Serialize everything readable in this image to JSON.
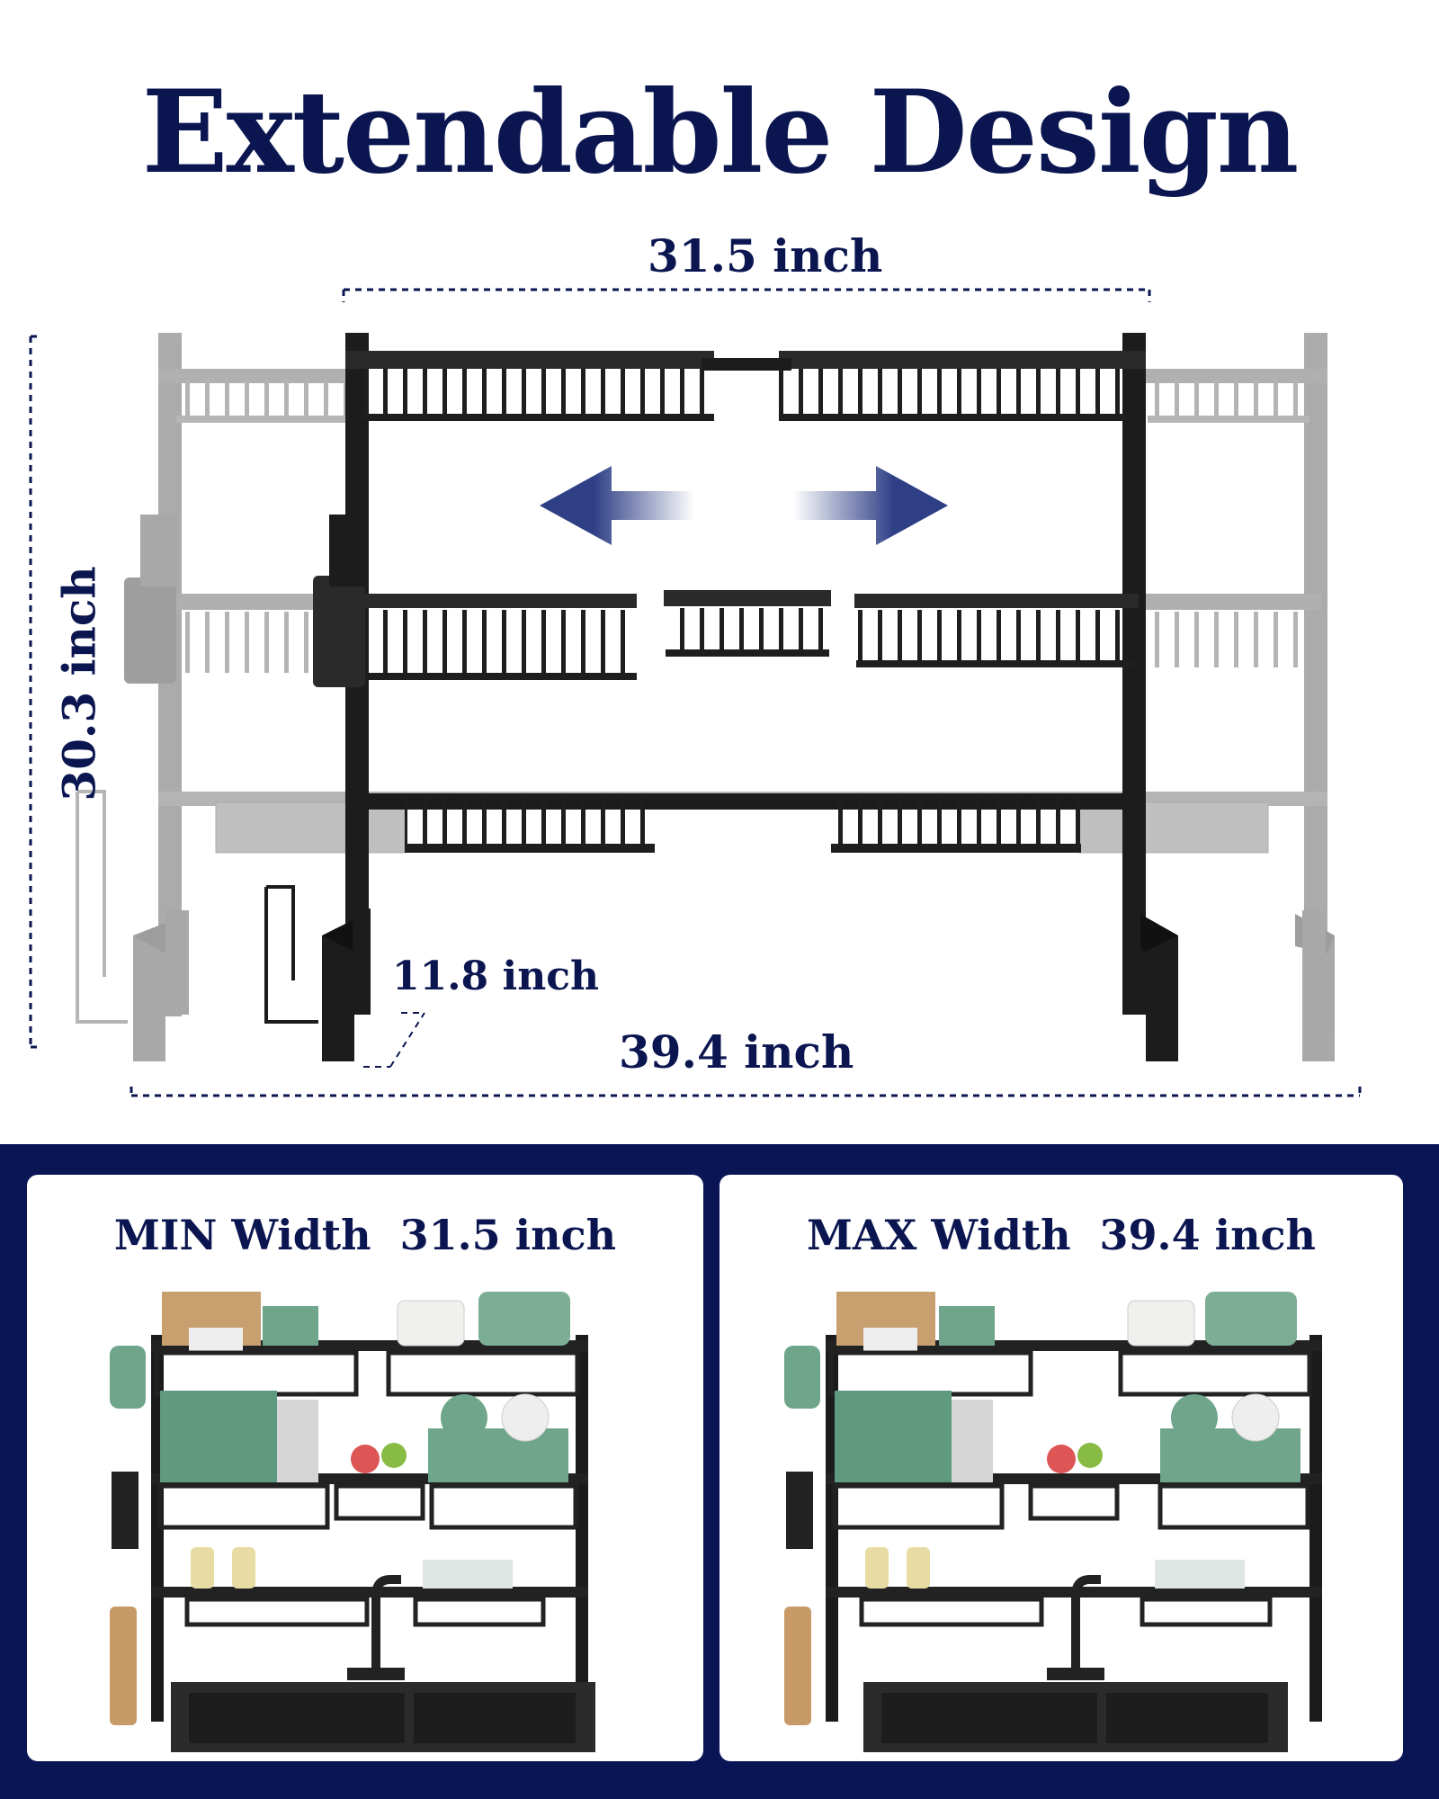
{
  "title": "Extendable Design",
  "dimensions": {
    "top_width": "31.5 inch",
    "height": "30.3 inch",
    "depth": "11.8 inch",
    "bottom_width": "39.4 inch"
  },
  "cards": {
    "min": {
      "label": "MIN Width  31.5 inch"
    },
    "max": {
      "label": "MAX Width  39.4 inch"
    }
  },
  "colors": {
    "navy": "#0b1651",
    "band": "#0a1556",
    "rack_black": "#1c1c1c",
    "rack_gray": "#9a9a9a",
    "arrow_blue": "#34468a"
  },
  "icons": [
    "arrow-left-icon",
    "arrow-right-icon"
  ]
}
